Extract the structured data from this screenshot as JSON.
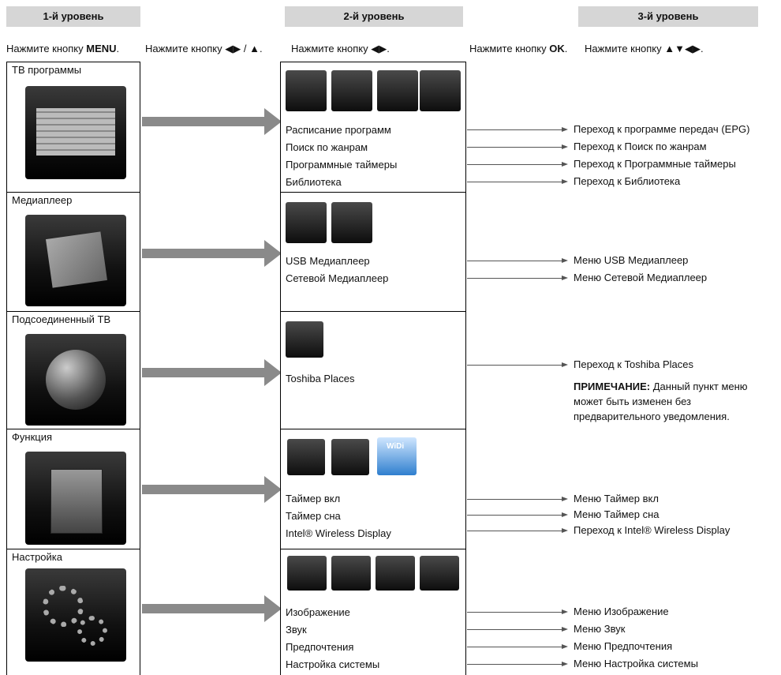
{
  "headers": {
    "level1": "1-й уровень",
    "level2": "2-й уровень",
    "level3": "3-й уровень"
  },
  "instructions": {
    "i1_prefix": "Нажмите кнопку ",
    "i1_key": "MENU",
    "i1_suffix": ".",
    "i2": "Нажмите кнопку ◀▶ / ▲.",
    "i3": "Нажмите кнопку ◀▶.",
    "i4_prefix": "Нажмите кнопку ",
    "i4_key": "OK",
    "i4_suffix": ".",
    "i5": "Нажмите кнопку ▲▼◀▶."
  },
  "sections": [
    {
      "title": "ТВ программы",
      "icon": "tv-programs-icon",
      "items": [
        "Расписание программ",
        "Поиск по жанрам",
        "Программные таймеры",
        "Библиотека"
      ],
      "level3": [
        "Переход к программе передач (EPG)",
        "Переход к Поиск по жанрам",
        "Переход к Программные таймеры",
        "Переход к Библиотека"
      ]
    },
    {
      "title": "Медиаплеер",
      "icon": "media-player-icon",
      "items": [
        "USB Медиаплеер",
        "Сетевой Медиаплеер"
      ],
      "level3": [
        "Меню USB Медиаплеер",
        "Меню Сетевой Медиаплеер"
      ]
    },
    {
      "title": "Подсоединенный ТВ",
      "icon": "globe-icon",
      "items": [
        "Toshiba Places"
      ],
      "level3": [
        "Переход к Toshiba Places"
      ]
    },
    {
      "title": "Функция",
      "icon": "cabinet-icon",
      "items": [
        "Таймер вкл",
        "Таймер сна",
        "Intel® Wireless Display"
      ],
      "level3": [
        "Меню Таймер вкл",
        "Меню Таймер сна",
        "Переход к Intel® Wireless Display"
      ]
    },
    {
      "title": "Настройка",
      "icon": "gears-icon",
      "items": [
        "Изображение",
        "Звук",
        "Предпочтения",
        "Настройка системы"
      ],
      "level3": [
        "Меню Изображение",
        "Меню Звук",
        "Меню Предпочтения",
        "Меню Настройка системы"
      ]
    }
  ],
  "note": {
    "label": "ПРИМЕЧАНИЕ:",
    "text": " Данный пункт меню может быть изменен без предварительного уведомления."
  },
  "widi_label": "WiDi"
}
